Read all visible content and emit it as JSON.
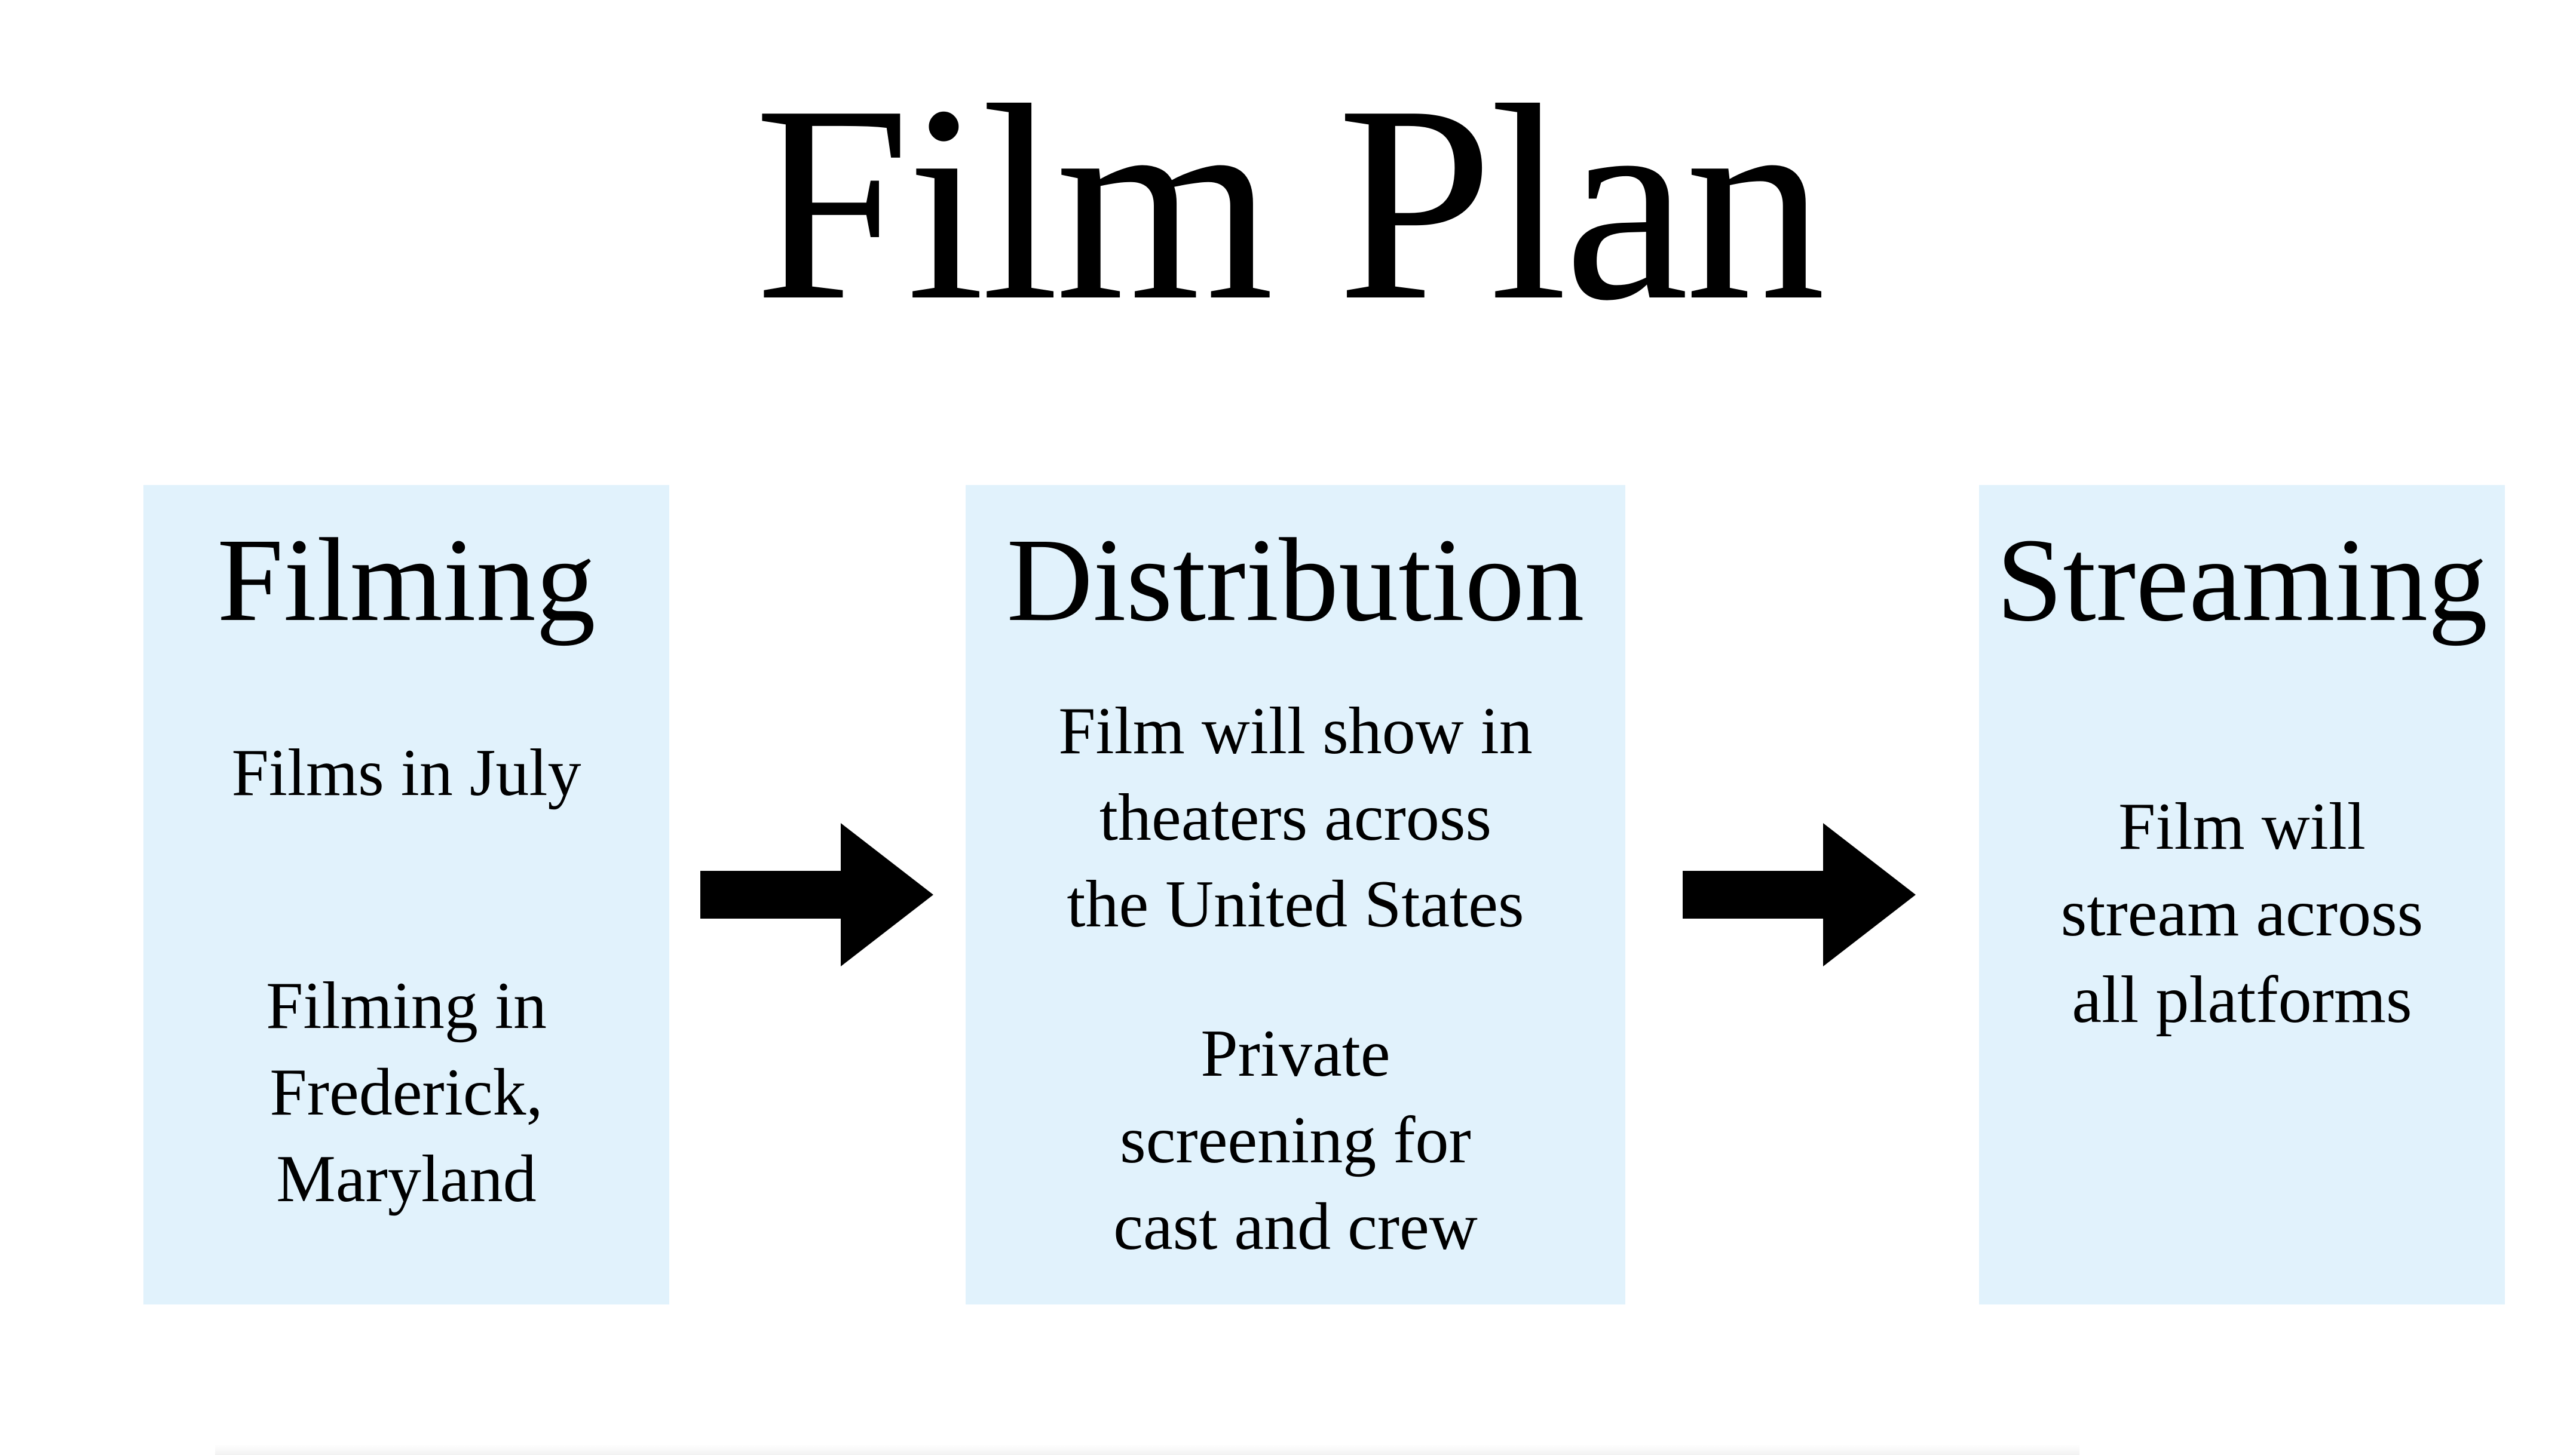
{
  "title": "Film Plan",
  "stages": [
    {
      "heading": "Filming",
      "lines": [
        "Films in July",
        "Filming in\nFrederick,\nMaryland"
      ]
    },
    {
      "heading": "Distribution",
      "lines": [
        "Film will show in\ntheaters across\nthe United States",
        "Private\nscreening for\ncast and crew"
      ]
    },
    {
      "heading": "Streaming",
      "lines": [
        "Film will\nstream across\nall platforms"
      ]
    }
  ],
  "colors": {
    "box_fill": "#e1f2fc",
    "arrow_fill": "#000000",
    "background": "#ffffff"
  },
  "icons": [
    "right-arrow-icon",
    "right-arrow-icon"
  ]
}
